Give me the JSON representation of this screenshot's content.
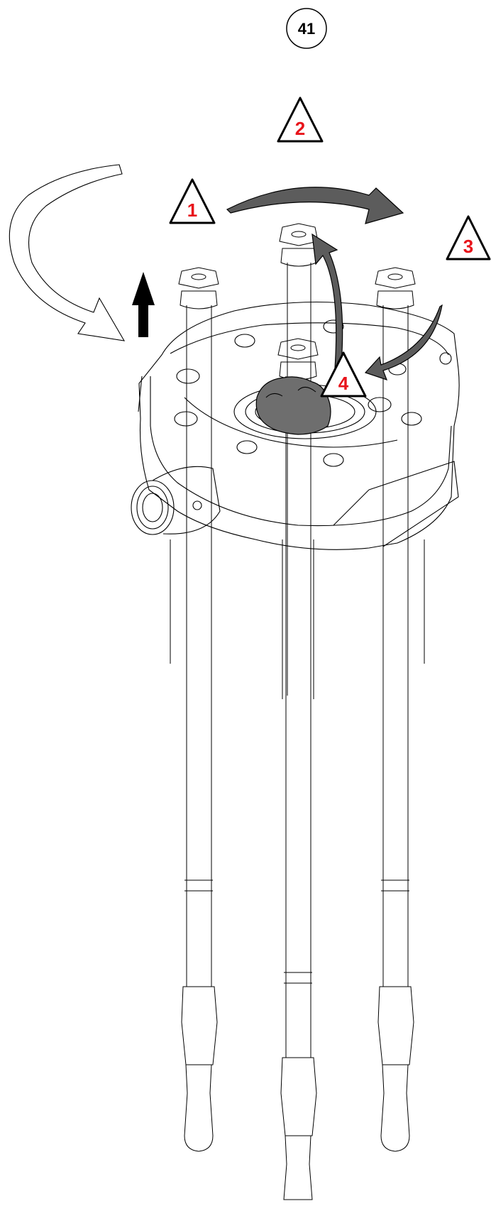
{
  "step_number": "41",
  "warnings": [
    {
      "label": "1"
    },
    {
      "label": "2"
    },
    {
      "label": "3"
    },
    {
      "label": "4"
    }
  ],
  "colors": {
    "line": "#000000",
    "warning_text": "#e8141b",
    "arrow_fill": "#5c5c5c",
    "cloth_fill": "#6e6e6e",
    "background": "#ffffff"
  },
  "icons": [
    "warning-triangle-icon",
    "up-arrow-icon",
    "curved-arrow-icon",
    "shop-cloth-icon"
  ]
}
